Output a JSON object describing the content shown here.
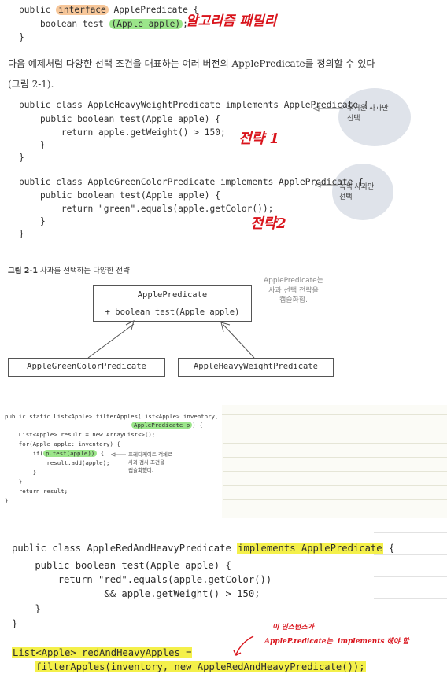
{
  "top_code": {
    "line1_pre": "public ",
    "line1_kw": "interface",
    "line1_post": " ApplePredicate {",
    "line2_pre": "    boolean test ",
    "line2_hl": "(Apple apple)",
    "line2_post": ";",
    "line3": "}"
  },
  "handwriting": {
    "interface_note": "알고리즘 패밀리",
    "strategy1": "전략 1",
    "strategy2": "전략2",
    "instance_note": "이 인스턴스가",
    "implements_note": "AppleP.redicate는  implements 해야 함"
  },
  "paragraph": {
    "line1": "다음 예제처럼 다양한 선택 조건을 대표하는 여러 버전의 ApplePredicate를 정의할 수 있다",
    "line2": "(그림 2-1)."
  },
  "heavy_code": [
    "public class AppleHeavyWeightPredicate implements ApplePredicate {",
    "    public boolean test(Apple apple) {",
    "        return apple.getWeight() > 150;",
    "    }",
    "}"
  ],
  "green_code": [
    "public class AppleGreenColorPredicate implements ApplePredicate {",
    "    public boolean test(Apple apple) {",
    "        return \"green\".equals(apple.getColor());",
    "    }",
    "}"
  ],
  "notes": {
    "heavy": "무거운 사과만\n선택",
    "green": "녹색 사과만\n선택",
    "encapsulate": "ApplePredicate는\n사과 선택 전략을\n캡슐화함.",
    "predicate": "프레디케이트 객체로\n사과 검사 조건을\n캡슐화했다."
  },
  "figure": {
    "caption_bold": "그림 2-1",
    "caption_text": " 사과를 선택하는 다양한 전략",
    "interface_name": "ApplePredicate",
    "interface_method": "+ boolean test(Apple apple)",
    "impl_left": "AppleGreenColorPredicate",
    "impl_right": "AppleHeavyWeightPredicate"
  },
  "filter_code": {
    "line1": "public static List<Apple> filterApples(List<Apple> inventory,",
    "line2_hl": "ApplePredicate p",
    "line2_post": ") {",
    "line3": "    List<Apple> result = new ArrayList<>();",
    "line4": "    for(Apple apple: inventory) {",
    "line5_pre": "        if(",
    "line5_hl": "p.test(apple))",
    "line5_post": " {",
    "line6": "            result.add(apple);",
    "line7": "        }",
    "line8": "    }",
    "line9": "    return result;",
    "line10": "}"
  },
  "redheavy_code": {
    "line1_pre": "public class AppleRedAndHeavyPredicate ",
    "line1_hl": "implements ApplePredicate",
    "line1_post": " {",
    "line2": "    public boolean test(Apple apple) {",
    "line3": "        return \"red\".equals(apple.getColor())",
    "line4": "                && apple.getWeight() > 150;",
    "line5": "    }",
    "line6": "}",
    "line7_hl": "List<Apple> redAndHeavyApples =",
    "line8_pre": "    ",
    "line8_hl": "filterApples(inventory, new AppleRedAndHeavyPredicate());"
  },
  "colors": {
    "highlight_orange": "#f7c79a",
    "highlight_green": "#9be58a",
    "highlight_yellow": "#f4f04a",
    "handwriting_red": "#d9141c",
    "bubble": "#dfe3ea"
  }
}
